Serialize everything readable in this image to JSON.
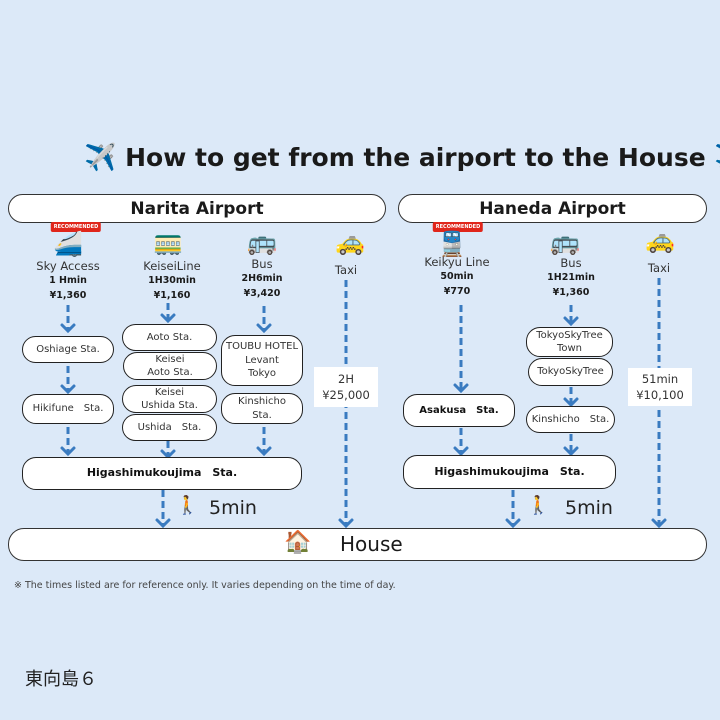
{
  "title": "How to get from the airport to the House",
  "narita": {
    "header": "Narita Airport",
    "badge": "RECOMMENDED",
    "routes": [
      {
        "name": "Sky Access",
        "time": "1 Hmin",
        "price": "¥1,360",
        "stops": [
          "Oshiage Sta.",
          "Hikifune　Sta."
        ]
      },
      {
        "name": "KeiseiLine",
        "time": "1H30min",
        "price": "¥1,160",
        "stops": [
          "Aoto Sta.",
          "Keisei\nAoto Sta.",
          "Keisei\nUshida Sta.",
          "Ushida　Sta."
        ]
      },
      {
        "name": "Bus",
        "time": "2H6min",
        "price": "¥3,420",
        "stops": [
          "TOUBU HOTEL\nLevant\nTokyo",
          "Kinshicho\nSta."
        ]
      },
      {
        "name": "Taxi",
        "time": "2H",
        "price": "¥25,000"
      }
    ],
    "station": "Higashimukoujima　Sta.",
    "walk": "5min"
  },
  "haneda": {
    "header": "Haneda Airport",
    "badge": "RECOMMENDED",
    "routes": [
      {
        "name": "Keikyu Line",
        "time": "50min",
        "price": "¥770",
        "stops": [
          "Asakusa　Sta."
        ]
      },
      {
        "name": "Bus",
        "time": "1H21min",
        "price": "¥1,360",
        "stops": [
          "TokyoSkyTree\nTown",
          "TokyoSkyTree",
          "Kinshicho　Sta."
        ]
      },
      {
        "name": "Taxi",
        "time": "51min",
        "price": "¥10,100"
      }
    ],
    "station": "Higashimukoujima　Sta.",
    "walk": "5min"
  },
  "house": "House",
  "note": "※ The times listed are for reference only. It varies depending on the time of day.",
  "address": "東向島６",
  "colors": {
    "background": "#dce9f8",
    "arrow": "#3a7bc0",
    "badge": "#e0261b"
  }
}
